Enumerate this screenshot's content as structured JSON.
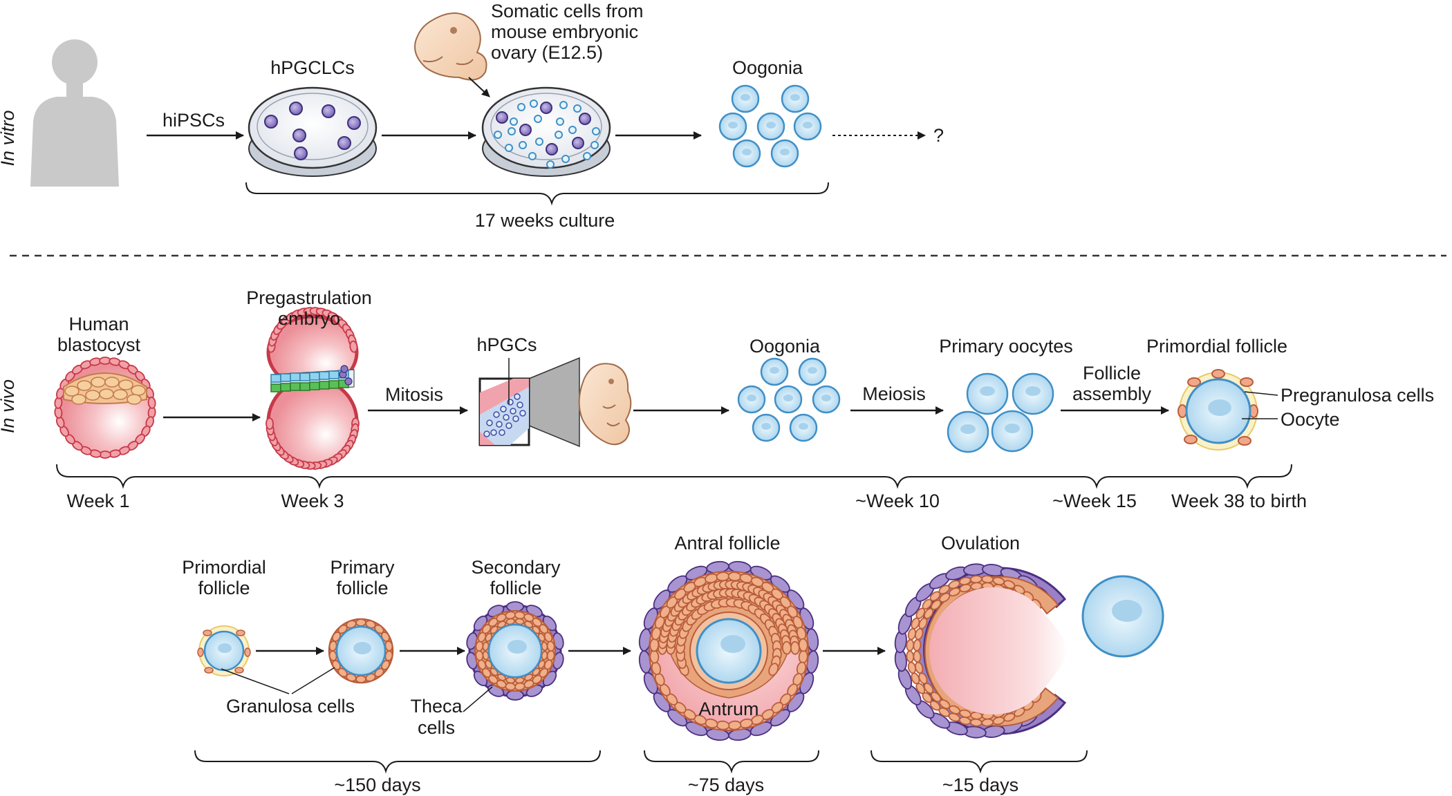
{
  "side_labels": {
    "in_vitro": "In vitro",
    "in_vivo": "In vivo"
  },
  "in_vitro": {
    "arrow1": "hiPSCs",
    "dish1_title": "hPGCLCs",
    "somatic_line1": "Somatic cells from",
    "somatic_line2": "mouse embryonic",
    "somatic_line3": "ovary (E12.5)",
    "oogonia": "Oogonia",
    "question": "?",
    "duration": "17 weeks culture"
  },
  "in_vivo": {
    "blastocyst_line1": "Human",
    "blastocyst_line2": "blastocyst",
    "pregast_line1": "Pregastrulation",
    "pregast_line2": "embryo",
    "mitosis": "Mitosis",
    "hpgcs": "hPGCs",
    "oogonia": "Oogonia",
    "meiosis": "Meiosis",
    "primary_oocytes": "Primary oocytes",
    "follicle_line1": "Follicle",
    "follicle_line2": "assembly",
    "primordial_follicle": "Primordial follicle",
    "pregranulosa": "Pregranulosa cells",
    "oocyte": "Oocyte",
    "week1": "Week 1",
    "week3": "Week 3",
    "week10": "~Week 10",
    "week15": "~Week 15",
    "week38": "Week 38 to birth"
  },
  "follicles": {
    "primordial_line1": "Primordial",
    "primordial_line2": "follicle",
    "primary_line1": "Primary",
    "primary_line2": "follicle",
    "secondary_line1": "Secondary",
    "secondary_line2": "follicle",
    "antral": "Antral follicle",
    "ovulation": "Ovulation",
    "granulosa": "Granulosa cells",
    "theca_line1": "Theca",
    "theca_line2": "cells",
    "antrum": "Antrum",
    "d150": "~150 days",
    "d75": "~75 days",
    "d15": "~15 days"
  },
  "colors": {
    "cell_fill": "#cde8f7",
    "cell_stroke": "#3f8fc7",
    "purple": "#8b78c4",
    "pink": "#f2a6ad",
    "granulosa": "#e8a47a",
    "theca": "#9a80c6",
    "trophoblast": "#c53a48"
  }
}
